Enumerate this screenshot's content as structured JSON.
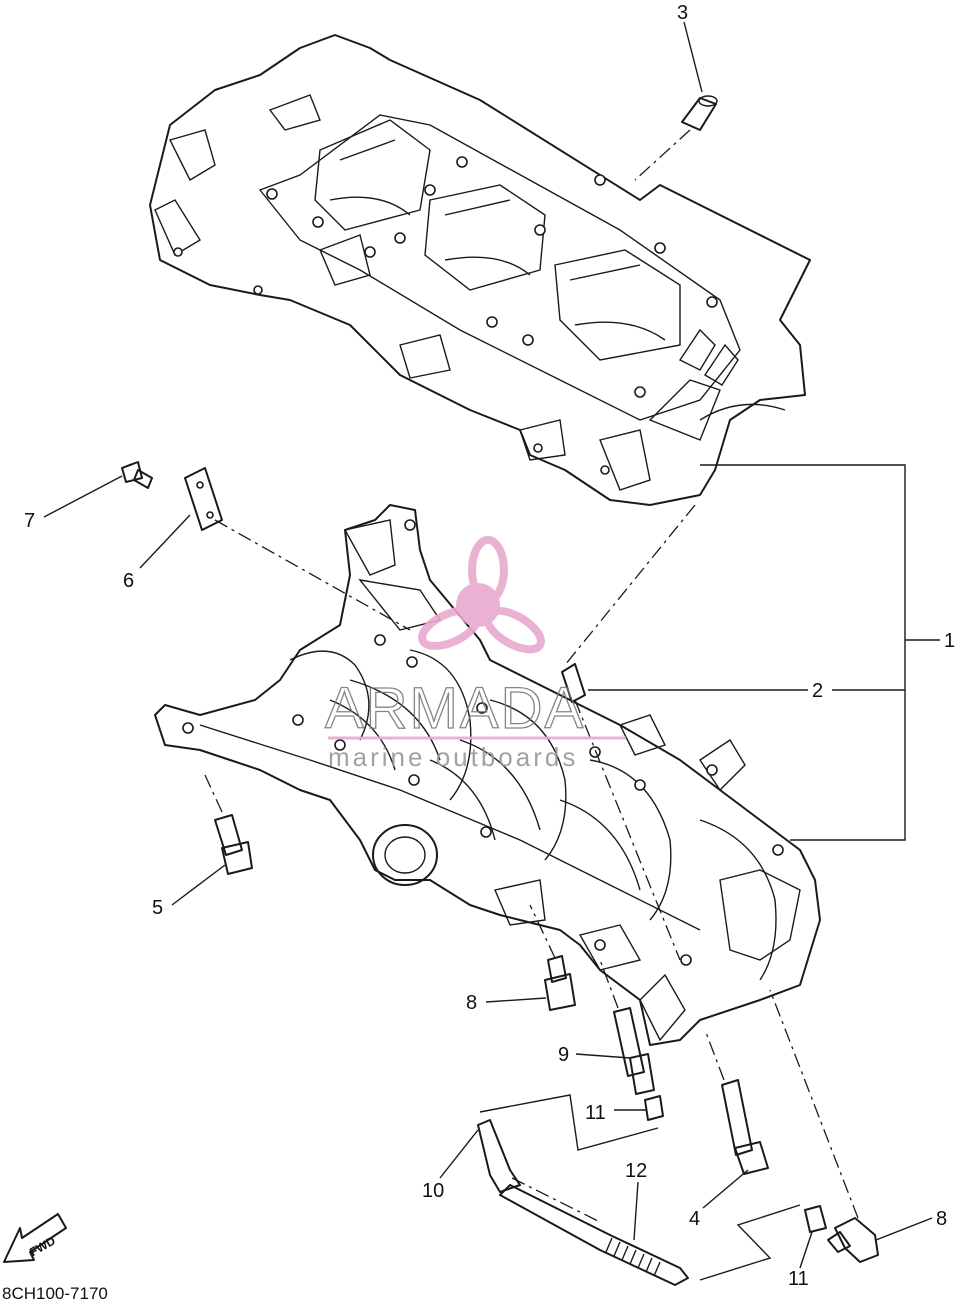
{
  "diagram": {
    "callouts": [
      {
        "id": "1",
        "label": "1"
      },
      {
        "id": "2",
        "label": "2"
      },
      {
        "id": "3",
        "label": "3"
      },
      {
        "id": "4",
        "label": "4"
      },
      {
        "id": "5",
        "label": "5"
      },
      {
        "id": "6",
        "label": "6"
      },
      {
        "id": "7",
        "label": "7"
      },
      {
        "id": "8a",
        "label": "8"
      },
      {
        "id": "8b",
        "label": "8"
      },
      {
        "id": "9",
        "label": "9"
      },
      {
        "id": "10",
        "label": "10"
      },
      {
        "id": "11a",
        "label": "11"
      },
      {
        "id": "11b",
        "label": "11"
      },
      {
        "id": "12",
        "label": "12"
      }
    ],
    "direction_label": "FWD",
    "drawing_code": "8CH100-7170"
  },
  "watermark": {
    "brand": "ARMADA",
    "tagline": "marine outboards",
    "accent_color": "#e9a9cf"
  }
}
